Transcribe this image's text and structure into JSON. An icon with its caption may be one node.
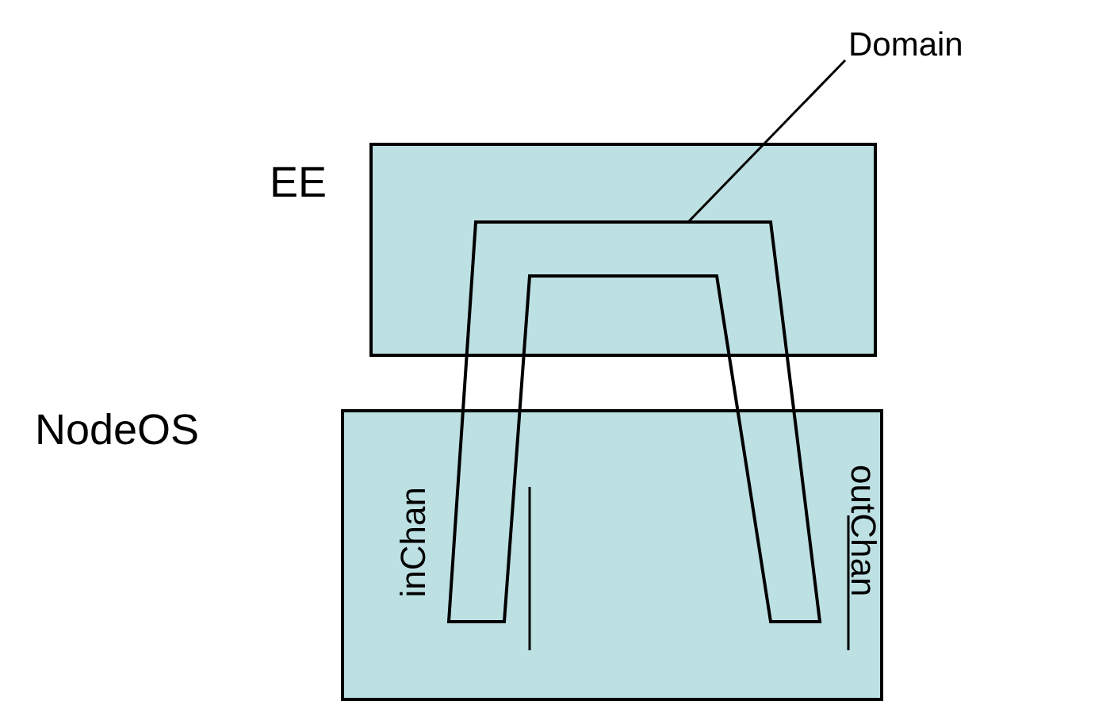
{
  "diagram": {
    "nodes": [
      {
        "text": [
          "EE"
        ]
      },
      {
        "text": [
          "NodeOS"
        ]
      },
      {
        "text": [
          "Domain"
        ]
      },
      {
        "text": [],
        "shape": "band"
      }
    ],
    "edges": [
      {
        "from": 2,
        "to": 3,
        "arrow": "none"
      }
    ],
    "labels": [
      "inChan",
      "outChan"
    ]
  }
}
